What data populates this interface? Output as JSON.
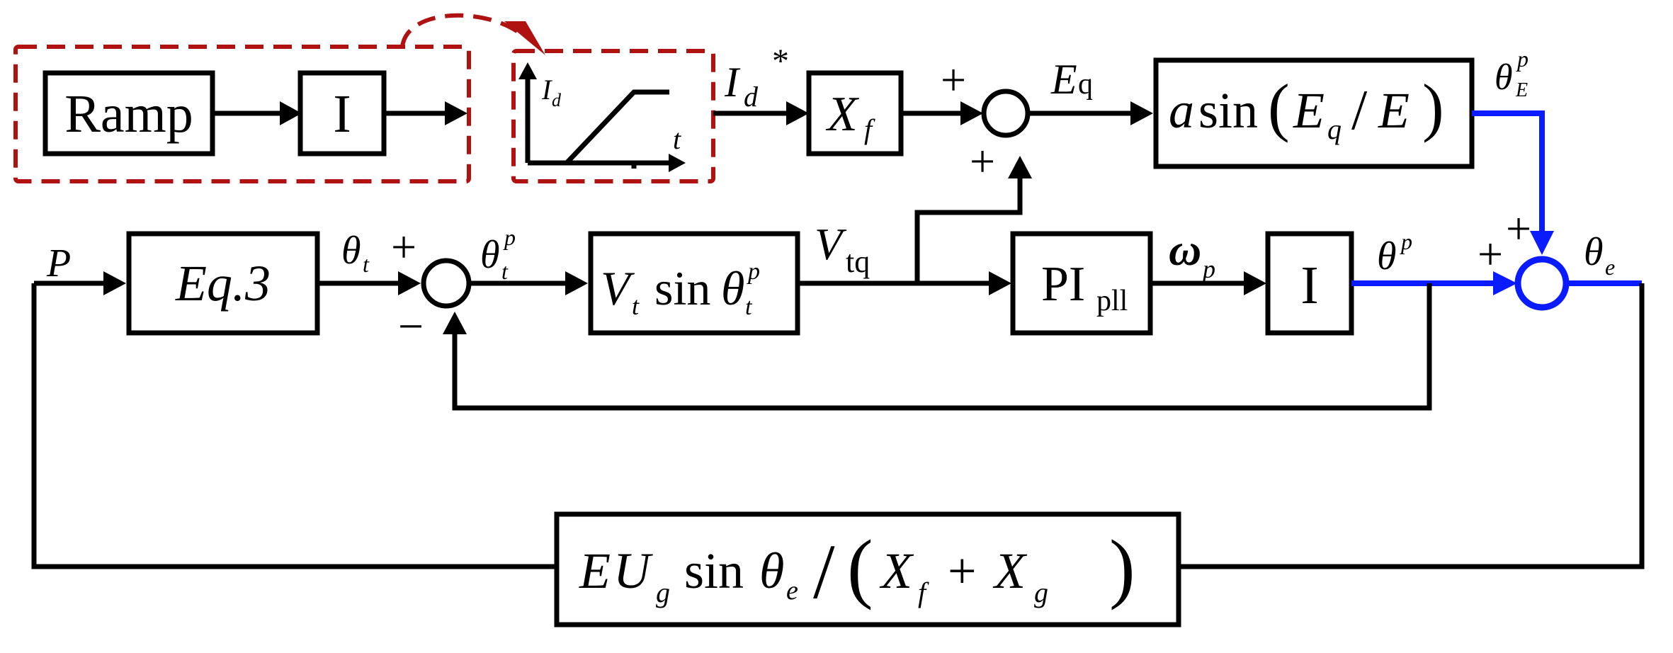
{
  "colors": {
    "line": "#000000",
    "highlight": "#0a1cff",
    "dashed_group": "#b01212"
  },
  "blocks": {
    "ramp": "Ramp",
    "integrator1": "I",
    "xf_main": "X",
    "xf_sub": "f",
    "asin_a": "a",
    "asin_fn": "sin",
    "asin_num": "E",
    "asin_num_sub": "q",
    "asin_den": "E",
    "eq3": "Eq.3",
    "vt_main": "V",
    "vt_sub": "t",
    "vt_fn": "sin",
    "vt_theta": "θ",
    "vt_theta_sub": "t",
    "vt_theta_sup": "p",
    "pi_main": "PI",
    "pi_sub": "pll",
    "integrator2": "I",
    "feedback_E": "E",
    "feedback_U": "U",
    "feedback_U_sub": "g",
    "feedback_fn": "sin",
    "feedback_theta": "θ",
    "feedback_theta_sub": "e",
    "feedback_X1": "X",
    "feedback_X1_sub": "f",
    "feedback_plus": "+",
    "feedback_X2": "X",
    "feedback_X2_sub": "g"
  },
  "inset": {
    "y_axis": "I",
    "y_axis_sub": "d",
    "x_axis": "t"
  },
  "signals": {
    "id_ref": "I",
    "id_ref_sub": "d",
    "id_ref_sup": "*",
    "eq": "E",
    "eq_sub": "q",
    "theta_e_p": "θ",
    "theta_e_p_sub": "E",
    "theta_e_p_sup": "p",
    "p": "P",
    "theta_t": "θ",
    "theta_t_sub": "t",
    "theta_t_p": "θ",
    "theta_t_p_sub": "t",
    "theta_t_p_sup": "p",
    "vtq": "V",
    "vtq_sub": "tq",
    "omega_p": "ω",
    "omega_p_sub": "p",
    "theta_p": "θ",
    "theta_p_sup": "p",
    "theta_e": "θ",
    "theta_e_sub": "e"
  },
  "signs": {
    "sum1_top": "+",
    "sum1_bottom": "+",
    "sum2_left": "+",
    "sum2_bottom": "−",
    "sum3_top": "+",
    "sum3_left": "+"
  }
}
